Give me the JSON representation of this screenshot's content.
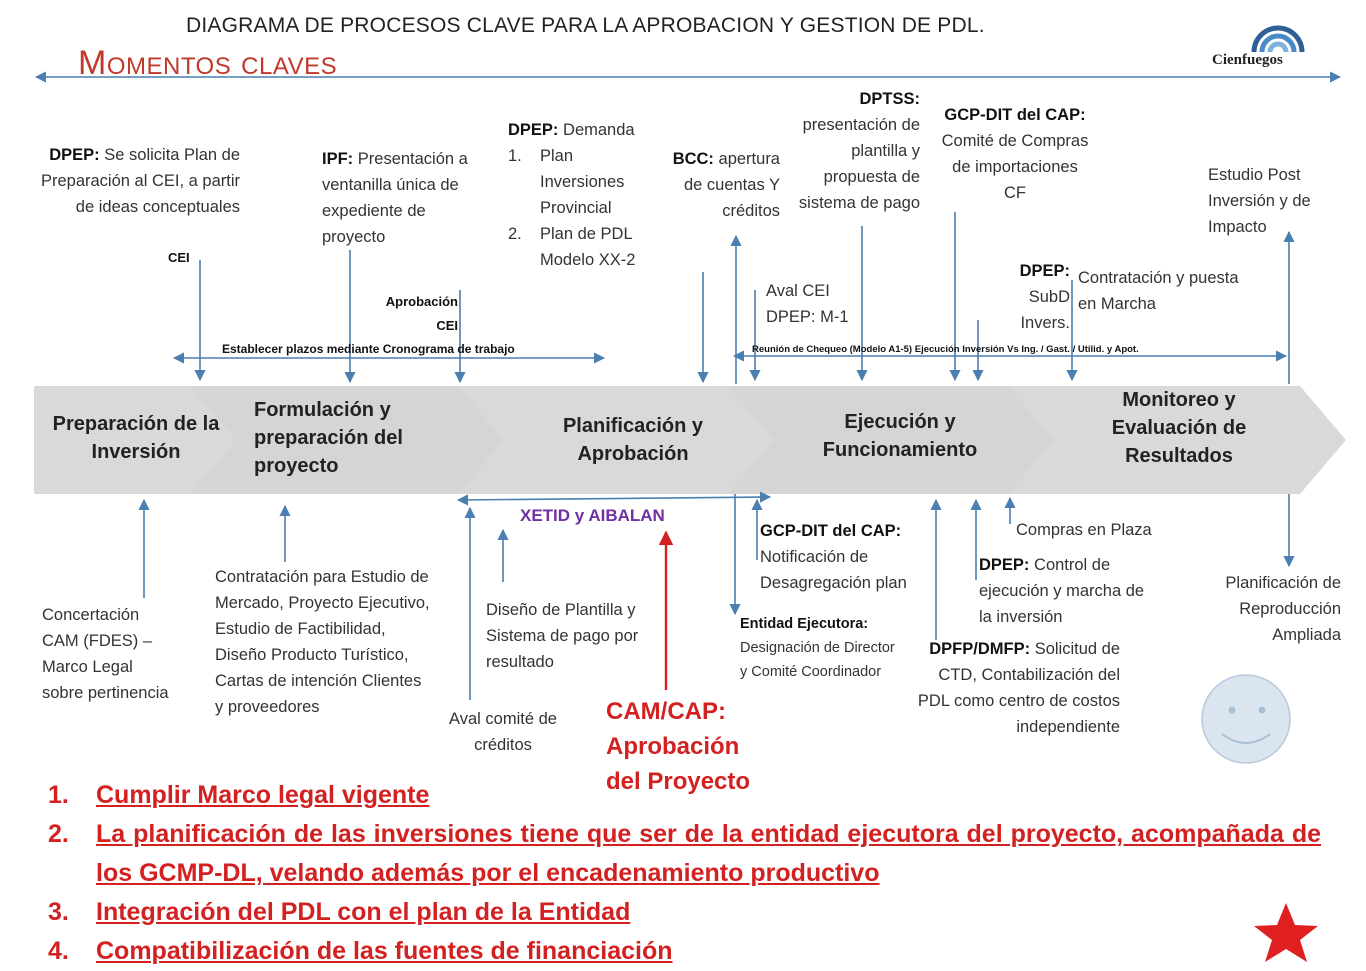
{
  "header": {
    "title": "DIAGRAMA DE PROCESOS CLAVE PARA LA APROBACION Y GESTION DE PDL.",
    "subtitle": "Momentos claves",
    "logo_text": "Cienfuegos"
  },
  "stages": [
    {
      "label": "Preparación de la Inversión"
    },
    {
      "label": "Formulación y preparación del proyecto"
    },
    {
      "label": "Planificación y Aprobación"
    },
    {
      "label": "Ejecución y Funcionamiento"
    },
    {
      "label": "Monitoreo y Evaluación de Resultados"
    }
  ],
  "top_notes": {
    "dpep_plan": {
      "org": "DPEP:",
      "text": "Se solicita Plan de Preparación al CEI, a partir de ideas conceptuales",
      "tag": "CEI"
    },
    "ipf": {
      "org": "IPF:",
      "text": "Presentación a ventanilla única de expediente de proyecto"
    },
    "aprobacion_cei": {
      "line1": "Aprobación",
      "line2": "CEI"
    },
    "dpep_demanda": {
      "org": "DPEP:",
      "text": "Demanda",
      "items": [
        "Plan Inversiones Provincial",
        "Plan de PDL Modelo XX-2"
      ]
    },
    "bcc": {
      "org": "BCC:",
      "text": "apertura de cuentas Y créditos"
    },
    "dptss": {
      "org": "DPTSS:",
      "text": "presentación de plantilla y propuesta de sistema de pago"
    },
    "gcp_dit_top": {
      "org": "GCP-DIT del CAP:",
      "text": "Comité de Compras de importaciones CF"
    },
    "estudio_post": {
      "text": "Estudio Post Inversión y de Impacto"
    },
    "aval_cei": {
      "line1": "Aval CEI",
      "line2": "DPEP: M-1"
    },
    "dpep_subd": {
      "org": "DPEP:",
      "line2": "SubD",
      "line3": "Invers."
    },
    "contratacion": {
      "text": "Contratación y puesta en Marcha"
    },
    "plazos": {
      "text": "Establecer plazos mediante Cronograma de trabajo"
    },
    "reunion": {
      "text": "Reunión de Chequeo (Modelo A1-5) Ejecución Inversión Vs Ing. / Gast. / Utilid. y Apot."
    }
  },
  "bottom_notes": {
    "concertacion": {
      "text": "Concertación CAM (FDES) – Marco Legal sobre pertinencia"
    },
    "contratacion_estudio": {
      "text": "Contratación para Estudio de Mercado, Proyecto Ejecutivo, Estudio de Factibilidad, Diseño Producto Turístico, Cartas de intención Clientes y proveedores"
    },
    "xetid": {
      "text": "XETID y AIBALAN"
    },
    "diseno": {
      "text": "Diseño de Plantilla y Sistema de pago por resultado"
    },
    "aval_comite": {
      "text": "Aval comité de créditos"
    },
    "cam_cap": {
      "line1": "CAM/CAP:",
      "line2": "Aprobación",
      "line3": "del Proyecto"
    },
    "gcp_dit_bottom": {
      "org": "GCP-DIT del CAP:",
      "text": "Notificación de Desagregación plan"
    },
    "entidad": {
      "org": "Entidad Ejecutora:",
      "text": "Designación de Director y Comité Coordinador"
    },
    "compras": {
      "text": "Compras en Plaza"
    },
    "dpep_control": {
      "org": "DPEP:",
      "text": "Control de ejecución y marcha de la inversión"
    },
    "dpfp": {
      "org": "DPFP/DMFP:",
      "text": "Solicitud de CTD, Contabilización del PDL como centro de costos independiente"
    },
    "planificacion_rep": {
      "text": "Planificación de Reproducción Ampliada"
    }
  },
  "rules": [
    {
      "num": "1.",
      "text": "Cumplir Marco legal vigente"
    },
    {
      "num": "2.",
      "text": "La planificación de las inversiones tiene que ser de la entidad ejecutora del proyecto, acompañada de los GCMP-DL, velando además por el encadenamiento productivo"
    },
    {
      "num": "3.",
      "text": "Integración del PDL con el plan de la Entidad"
    },
    {
      "num": "4.",
      "text": "Compatibilización de las fuentes de financiación"
    }
  ],
  "colors": {
    "arrow": "#4a7fb0",
    "stage_fill": "#d9d9d9",
    "accent_red": "#d32020",
    "purple": "#7030a0"
  }
}
